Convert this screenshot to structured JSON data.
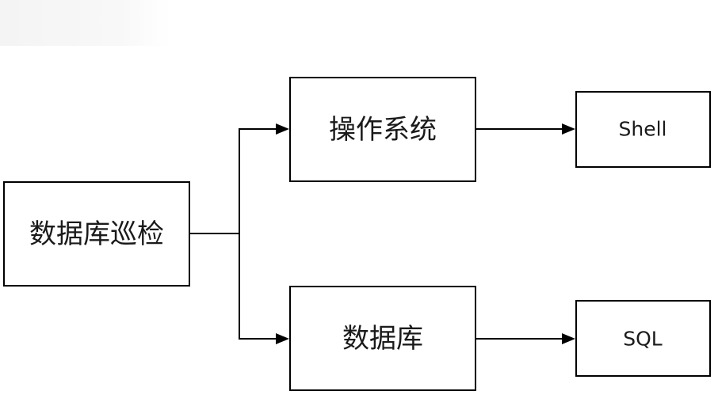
{
  "diagram": {
    "nodes": {
      "root": "数据库巡检",
      "os": "操作系统",
      "db": "数据库",
      "shell": "Shell",
      "sql": "SQL"
    }
  }
}
